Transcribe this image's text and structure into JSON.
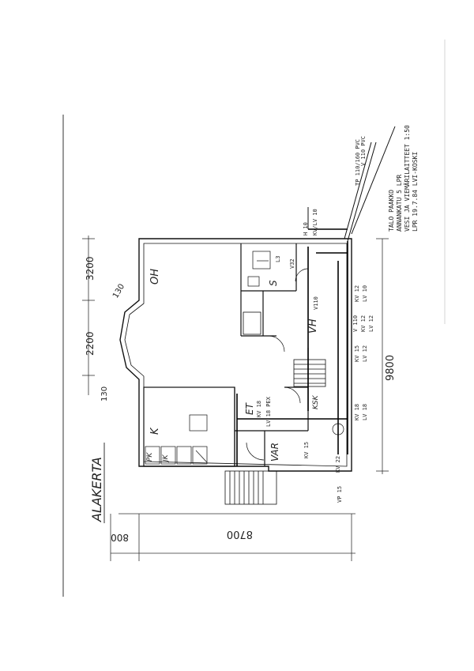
{
  "title_block": {
    "line1": "TALO PAAKKO",
    "line2": "ANNANKATU 5 LPR",
    "line3": "VESI JA VIEMÄRILAITTEET 1:50",
    "line4": "LPR 19.7.84 LVI-KOSKI"
  },
  "floor_label": "ALAKERTA",
  "dimensions": {
    "overall_width": "9800",
    "overall_height": "8700",
    "offset": "800",
    "seg_top": "3200",
    "seg_bottom": "2200",
    "angle_top": "130",
    "angle_bottom": "130"
  },
  "rooms": {
    "oh": "OH",
    "k": "K",
    "vh": "VH",
    "s": "S",
    "et": "ET",
    "var": "VAR",
    "pk": "PK",
    "jk": "JK",
    "ksk": "KSK"
  },
  "pipes": {
    "tp": "TP 110/160 PVC",
    "v110pvc": "V 110 PVC",
    "h10": "H 10",
    "kvlv10": "KV/LV 10",
    "l3": "L3",
    "v32": "V32",
    "v110": "V110",
    "kv12": "KV 12",
    "lv10": "LV 10",
    "v110b": "V 110",
    "kv12b": "KV 12",
    "lv12": "LV 12",
    "kv15": "KV 15",
    "lv12b": "LV 12",
    "kv18": "KV 18",
    "lv18": "LV 18",
    "kv18pex": "KV 18",
    "lv18pex": "LV 18 PEX",
    "kv22": "KV 22",
    "vp15": "VP 15",
    "kv15b": "KV 15"
  }
}
